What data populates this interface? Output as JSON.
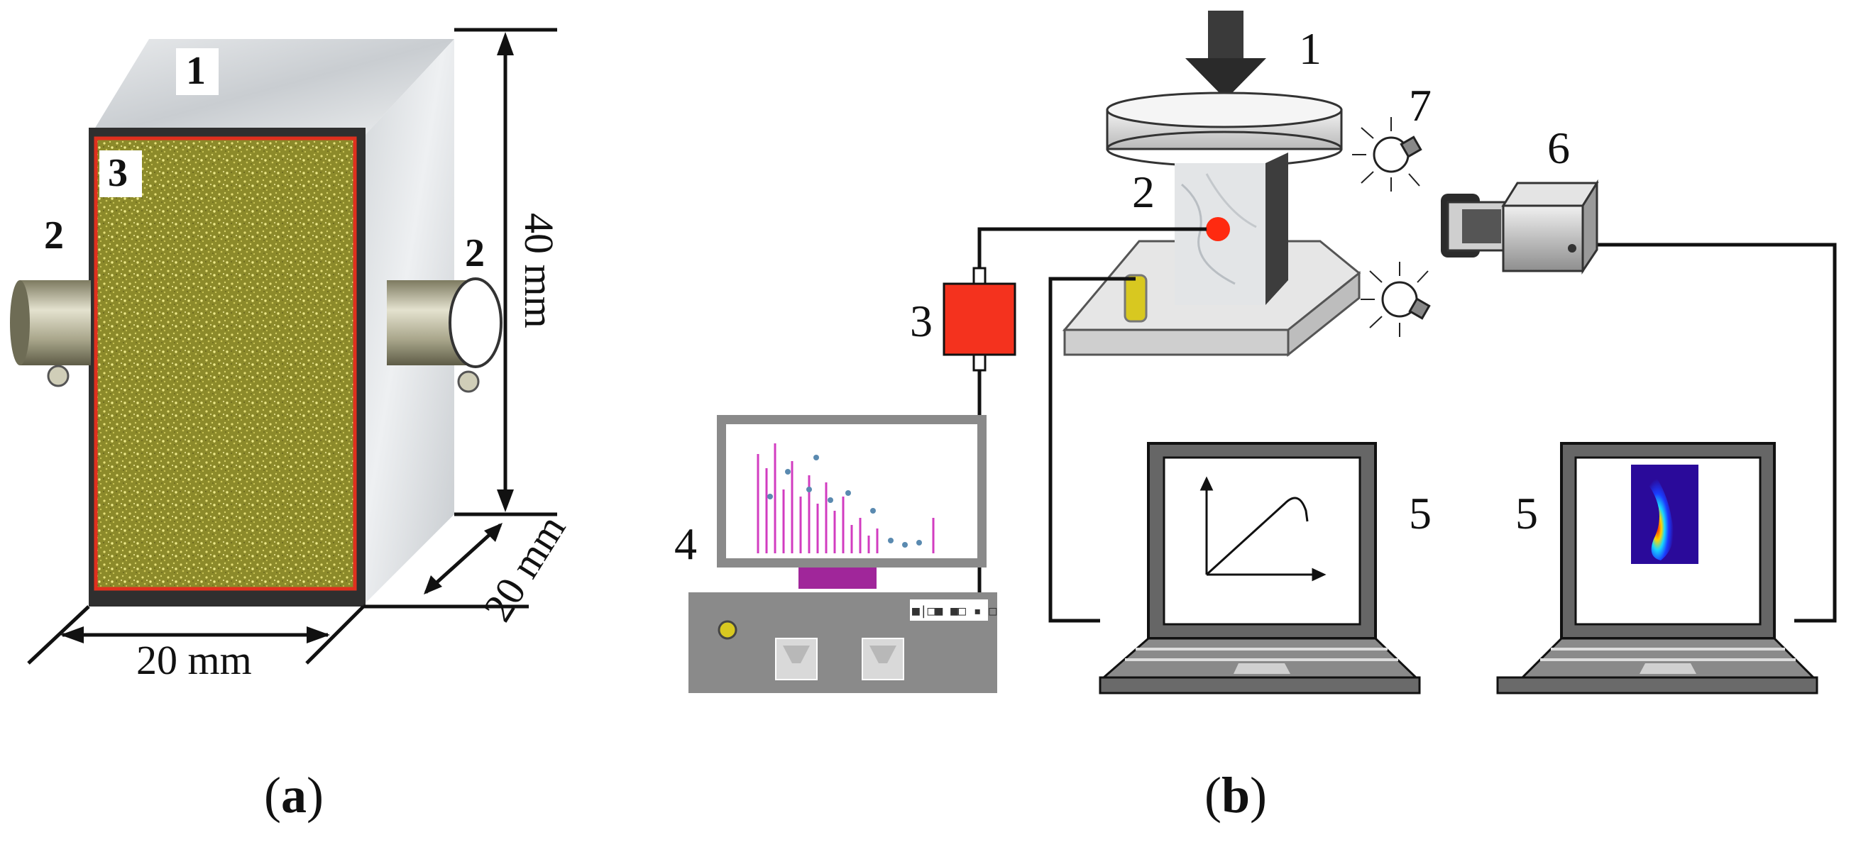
{
  "panel_a": {
    "caption_open": "(",
    "caption_letter": "a",
    "caption_close": ")",
    "label_top_face": "1",
    "label_sensor_left": "2",
    "label_sensor_right": "2",
    "label_painted_face": "3",
    "dim_height": "40 mm",
    "dim_depth": "20 mm",
    "dim_width": "20 mm"
  },
  "panel_b": {
    "caption_open": "(",
    "caption_letter": "b",
    "caption_close": ")",
    "label_load": "1",
    "label_specimen": "2",
    "label_amplifier": "3",
    "label_ae_system": "4",
    "label_laptop_left": "5",
    "label_laptop_right": "5",
    "label_camera": "6",
    "label_lights": "7",
    "ae_panel_text": "■|□■ ■□ ▪ □"
  },
  "colors": {
    "painted_face": "#8c8a2a",
    "painted_border": "#e0301e",
    "amplifier": "#f4321e",
    "sensor_dot": "#ff2a10",
    "monitor_stand": "#a0269a",
    "marble": "#dfe2e4",
    "device_gray": "#8a8a8a"
  }
}
